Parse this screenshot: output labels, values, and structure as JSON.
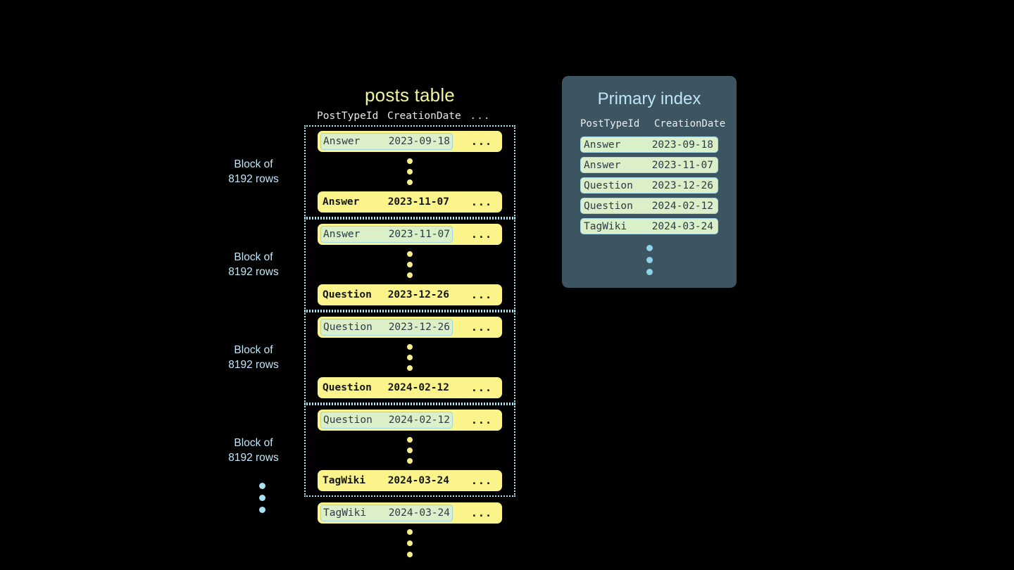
{
  "posts_table": {
    "title": "posts table",
    "columns": [
      "PostTypeId",
      "CreationDate",
      "..."
    ],
    "row_dots": "...",
    "block_label": "Block of\n8192 rows",
    "block_label_line1": "Block of",
    "block_label_line2": "8192 rows",
    "blocks": [
      {
        "label_line1": "Block of",
        "label_line2": "8192 rows",
        "first_row": {
          "type": "Answer",
          "date": "2023-09-18",
          "marked": true
        },
        "last_row": {
          "type": "Answer",
          "date": "2023-11-07",
          "marked": false
        }
      },
      {
        "label_line1": "Block of",
        "label_line2": "8192 rows",
        "first_row": {
          "type": "Answer",
          "date": "2023-11-07",
          "marked": true
        },
        "last_row": {
          "type": "Question",
          "date": "2023-12-26",
          "marked": false
        }
      },
      {
        "label_line1": "Block of",
        "label_line2": "8192 rows",
        "first_row": {
          "type": "Question",
          "date": "2023-12-26",
          "marked": true
        },
        "last_row": {
          "type": "Question",
          "date": "2024-02-12",
          "marked": false
        }
      },
      {
        "label_line1": "Block of",
        "label_line2": "8192 rows",
        "first_row": {
          "type": "Question",
          "date": "2024-02-12",
          "marked": true
        },
        "last_row": {
          "type": "TagWiki",
          "date": "2024-03-24",
          "marked": false
        }
      }
    ],
    "trailing_row": {
      "type": "TagWiki",
      "date": "2024-03-24",
      "marked": true
    }
  },
  "primary_index": {
    "title": "Primary index",
    "columns": [
      "PostTypeId",
      "CreationDate"
    ],
    "rows": [
      {
        "type": "Answer",
        "date": "2023-09-18"
      },
      {
        "type": "Answer",
        "date": "2023-11-07"
      },
      {
        "type": "Question",
        "date": "2023-12-26"
      },
      {
        "type": "Question",
        "date": "2024-02-12"
      },
      {
        "type": "TagWiki",
        "date": "2024-03-24"
      }
    ]
  },
  "colors": {
    "background": "#000000",
    "row_yellow": "#fbf48b",
    "marked_green": "#dbf0c9",
    "accent_blue": "#a9e4f5",
    "panel_slate": "#3d5561",
    "title_yellow": "#f2f59b"
  }
}
